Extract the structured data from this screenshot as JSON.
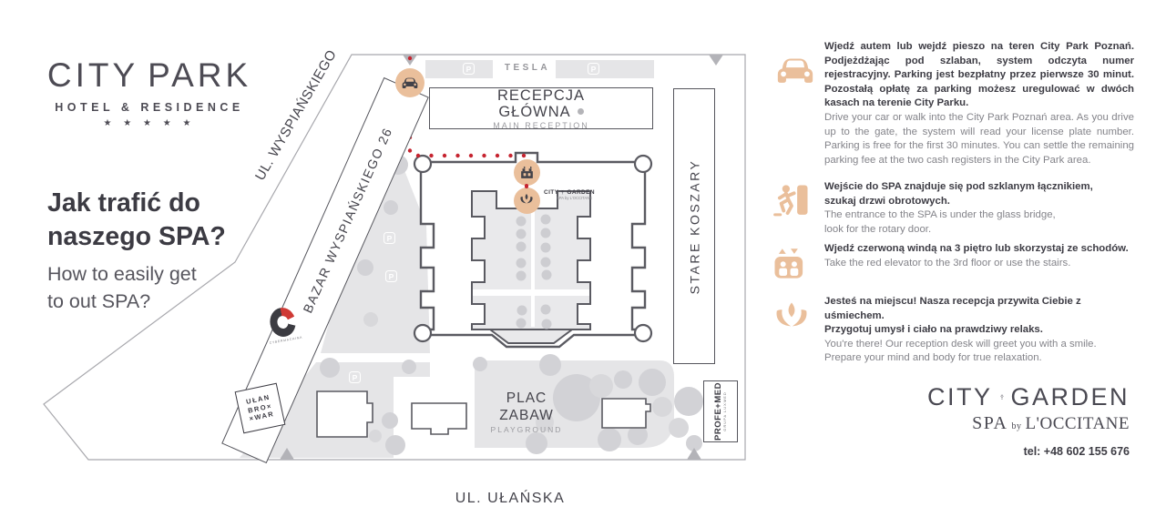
{
  "left": {
    "logo": {
      "city": "CITY",
      "park": "PARK",
      "subtitle": "HOTEL & RESIDENCE",
      "stars": "★ ★ ★ ★ ★"
    },
    "heading": {
      "pl1": "Jak trafić do",
      "pl2": "naszego SPA?",
      "en1": "How to easily get",
      "en2": "to out SPA?"
    }
  },
  "map": {
    "street_west": "UL. WYSPIAŃSKIEGO",
    "street_south": "UL. UŁAŃSKA",
    "bazar": "BAZAR WYSPIAŃSKIEGO 26",
    "tesla": "TESLA",
    "parking_badge": "P",
    "reception": {
      "l1": "RECEPCJA",
      "l2": "GŁÓWNA",
      "sub": "MAIN RECEPTION"
    },
    "stare_koszary": "STARE KOSZARY",
    "playground": {
      "l1": "PLAC",
      "l2": "ZABAW",
      "sub": "PLAYGROUND"
    },
    "profemed": {
      "name": "PROFE+MED",
      "sub": "GRUPA LUXMED"
    },
    "ulan": {
      "l1": "UŁAN",
      "l2": "BRO×",
      "l3": "×WAR"
    },
    "cyber": "CYBERMACHINA",
    "spa_mark": {
      "city": "CITY",
      "garden": "GARDEN",
      "sub": "SPA by L'OCCITANE"
    }
  },
  "instructions": [
    {
      "icon": "car-icon",
      "pl": "Wjedź autem lub wejdź pieszo na teren City Park Poznań. Podjeżdżając pod szlaban, system odczyta numer rejestracyjny. Parking jest bezpłatny przez pierwsze 30 minut. Pozostałą opłatę za parking możesz uregulować w dwóch kasach na terenie City Parku.",
      "en": "Drive your car or walk into the City Park Poznań area. As you drive up to the gate, the system will read your license plate number. Parking is free for the first 30 minutes. You can settle the remaining parking fee at the two cash registers in the City Park area."
    },
    {
      "icon": "runner-door-icon",
      "pl": "Wejście do SPA znajduje się pod szklanym łącznikiem,\nszukaj drzwi obrotowych.",
      "en": "The entrance to the SPA is under the glass bridge,\nlook for the rotary door."
    },
    {
      "icon": "elevator-icon",
      "pl": "Wjedź czerwoną windą na 3 piętro lub skorzystaj ze schodów.",
      "en": "Take the red elevator to the 3rd floor or use the stairs."
    },
    {
      "icon": "lotus-icon",
      "pl": "Jesteś na miejscu! Nasza recepcja przywita Ciebie z uśmiechem.\nPrzygotuj umysł i ciało na prawdziwy relaks.",
      "en": "You're there! Our reception desk will greet you with a smile.\nPrepare your mind and body for true relaxation."
    }
  ],
  "footer": {
    "city": "CITY",
    "garden": "GARDEN",
    "spa": "SPA",
    "by": "by",
    "occitane": "L'OCCITANE",
    "tel": "tel: +48 602 155 676"
  },
  "colors": {
    "accent_tan": "#eabf9b",
    "route_red": "#c62430",
    "ink": "#45444c",
    "area_gray": "#e5e5e7",
    "tree_gray": "#d2d2d6",
    "outline_gray": "#5a5a61"
  }
}
